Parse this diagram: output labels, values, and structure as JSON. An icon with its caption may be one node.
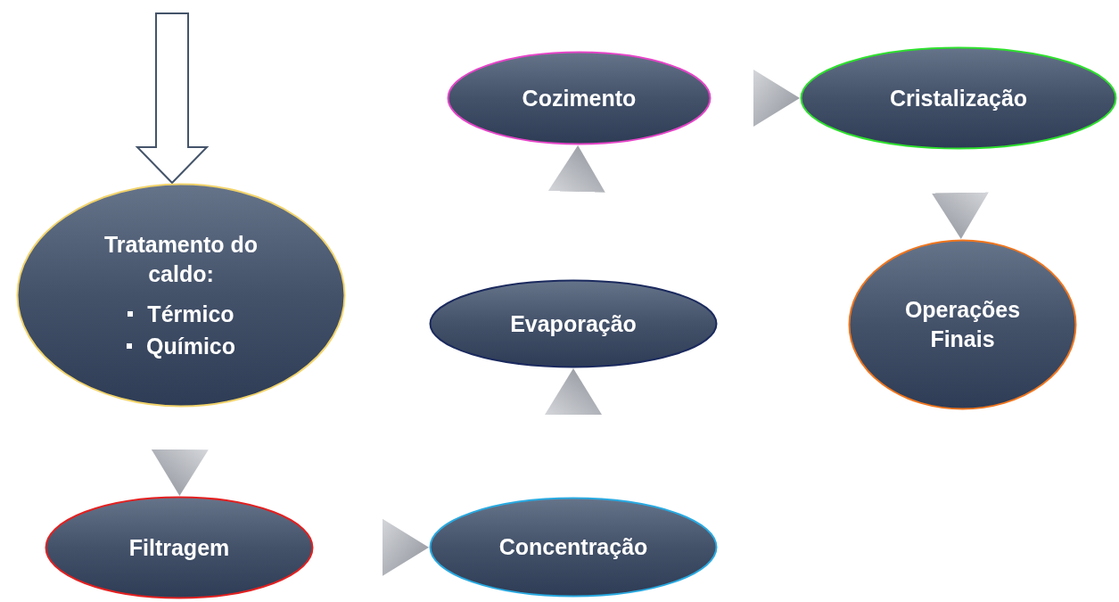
{
  "diagram": {
    "nodes": [
      {
        "text": [
          "Tratamento do caldo:",
          "Térmico",
          "Químico"
        ]
      },
      {
        "text": [
          "Filtragem"
        ]
      },
      {
        "text": [
          "Concentração"
        ]
      },
      {
        "text": [
          "Evaporação"
        ]
      },
      {
        "text": [
          "Cozimento"
        ]
      },
      {
        "text": [
          "Cristalização"
        ]
      },
      {
        "text": [
          "Operações Finais"
        ]
      }
    ],
    "edges": [
      {
        "from": null,
        "to": 0,
        "arrow": "to"
      },
      {
        "from": 0,
        "to": 1,
        "arrow": "to"
      },
      {
        "from": 1,
        "to": 2,
        "arrow": "to"
      },
      {
        "from": 2,
        "to": 3,
        "arrow": "to"
      },
      {
        "from": 3,
        "to": 4,
        "arrow": "to"
      },
      {
        "from": 4,
        "to": 5,
        "arrow": "to"
      },
      {
        "from": 5,
        "to": 6,
        "arrow": "to"
      }
    ]
  }
}
